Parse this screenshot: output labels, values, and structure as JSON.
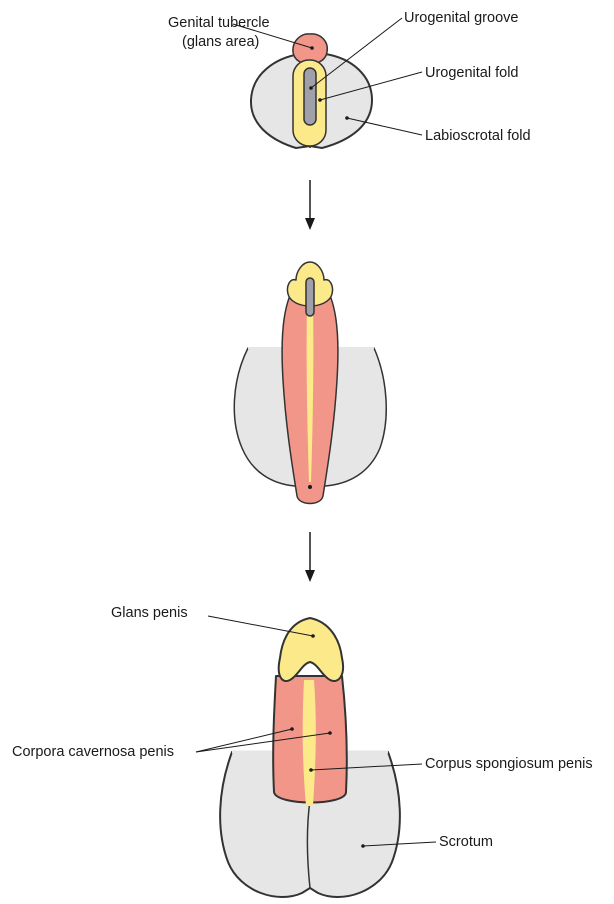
{
  "colors": {
    "skin_pink": "#f2968a",
    "glans_yellow": "#fbe98a",
    "scrotal_grey": "#e6e6e6",
    "groove_grey": "#a0a0a8",
    "outline": "#333333",
    "text": "#1a1a1a"
  },
  "stage1": {
    "labels": {
      "genital_tubercle_line1": "Genital tubercle",
      "genital_tubercle_line2": "(glans area)",
      "urogenital_groove": "Urogenital groove",
      "urogenital_fold": "Urogenital fold",
      "labioscrotal_fold": "Labioscrotal fold"
    }
  },
  "stage3": {
    "labels": {
      "glans_penis": "Glans penis",
      "corpora_cavernosa": "Corpora cavernosa penis",
      "corpus_spongiosum": "Corpus spongiosum penis",
      "scrotum": "Scrotum"
    }
  },
  "arrows": [
    {
      "name": "stage1-to-stage2",
      "direction": "down"
    },
    {
      "name": "stage2-to-stage3",
      "direction": "down"
    }
  ]
}
